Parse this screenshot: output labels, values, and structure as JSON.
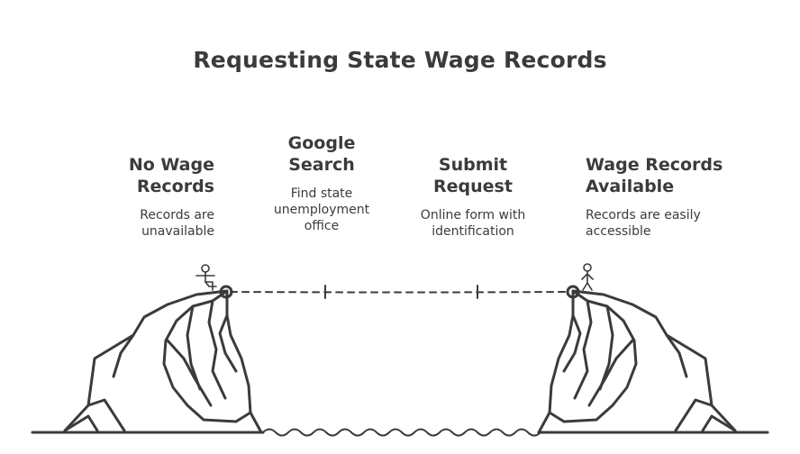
{
  "title": "Requesting State Wage Records",
  "steps": [
    {
      "heading_line1": "No Wage",
      "heading_line2": "Records",
      "desc_line1": "Records are",
      "desc_line2": "unavailable"
    },
    {
      "heading_line1": "Google",
      "heading_line2": "Search",
      "desc_line1": "Find state",
      "desc_line2": "unemployment",
      "desc_line3": "office"
    },
    {
      "heading_line1": "Submit",
      "heading_line2": "Request",
      "desc_line1": "Online form with",
      "desc_line2": "identification"
    },
    {
      "heading_line1": "Wage Records",
      "heading_line2": "Available",
      "desc_line1": "Records are easily",
      "desc_line2": "accessible"
    }
  ],
  "colors": {
    "ink": "#3b3b3b",
    "background": "#ffffff"
  }
}
